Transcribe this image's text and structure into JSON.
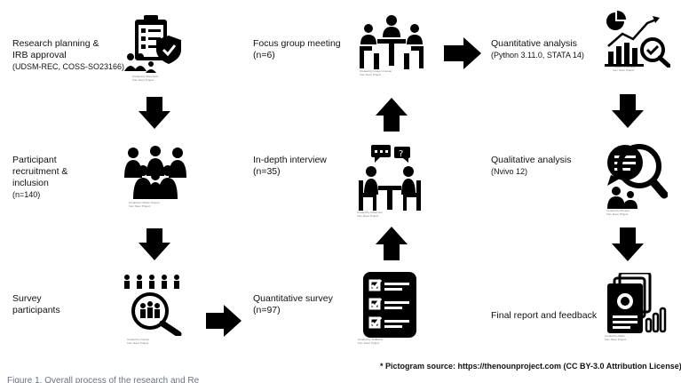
{
  "steps": {
    "research": {
      "label": "Research planning &\nIRB approval",
      "sub": "(UDSM-REC, COSS-SO23166)",
      "credit": "Created by Atta Fauzi\nfrom Noun Project"
    },
    "recruitment": {
      "label": "Participant\nrecruitment &\ninclusion",
      "sub": "(n=140)",
      "credit": "Created by Adrien Coquet\nfrom Noun Project"
    },
    "survey_participants": {
      "label": "Survey\nparticipants",
      "sub": "",
      "credit": "Created by Cuputo\nfrom Noun Project"
    },
    "focus_group": {
      "label": "Focus group meeting",
      "sub": "(n=6)",
      "credit": "Created by Gregor Cresnar\nfrom Noun Project"
    },
    "indepth": {
      "label": "In-depth interview",
      "sub": "(n=35)",
      "credit": "Created by Gnish kun\nfrom Noun Project"
    },
    "quant_survey": {
      "label": "Quantitative survey",
      "sub": "(n=97)",
      "credit": "Created by SUBHAN\nfrom Noun Project"
    },
    "quant_analysis": {
      "label": "Quantitative analysis",
      "sub": "(Python 3.11.0, STATA 14)",
      "credit": "Created by Eucalyp\nfrom Noun Project"
    },
    "qual_analysis": {
      "label": "Qualitative analysis",
      "sub": "(Nvivo 12)",
      "credit": "Created by Phoenix\nfrom Noun Project"
    },
    "final_report": {
      "label": "Final report and feedback",
      "sub": "",
      "credit": "Created by Basin\nfrom Noun Project"
    }
  },
  "footnote": "* Pictogram source: https://thenounproject.com (CC BY-3.0 Attribution License)",
  "caption": "Figure 1. Overall process of the research and Re",
  "colors": {
    "ink": "#000000",
    "caption": "#6b7280"
  }
}
